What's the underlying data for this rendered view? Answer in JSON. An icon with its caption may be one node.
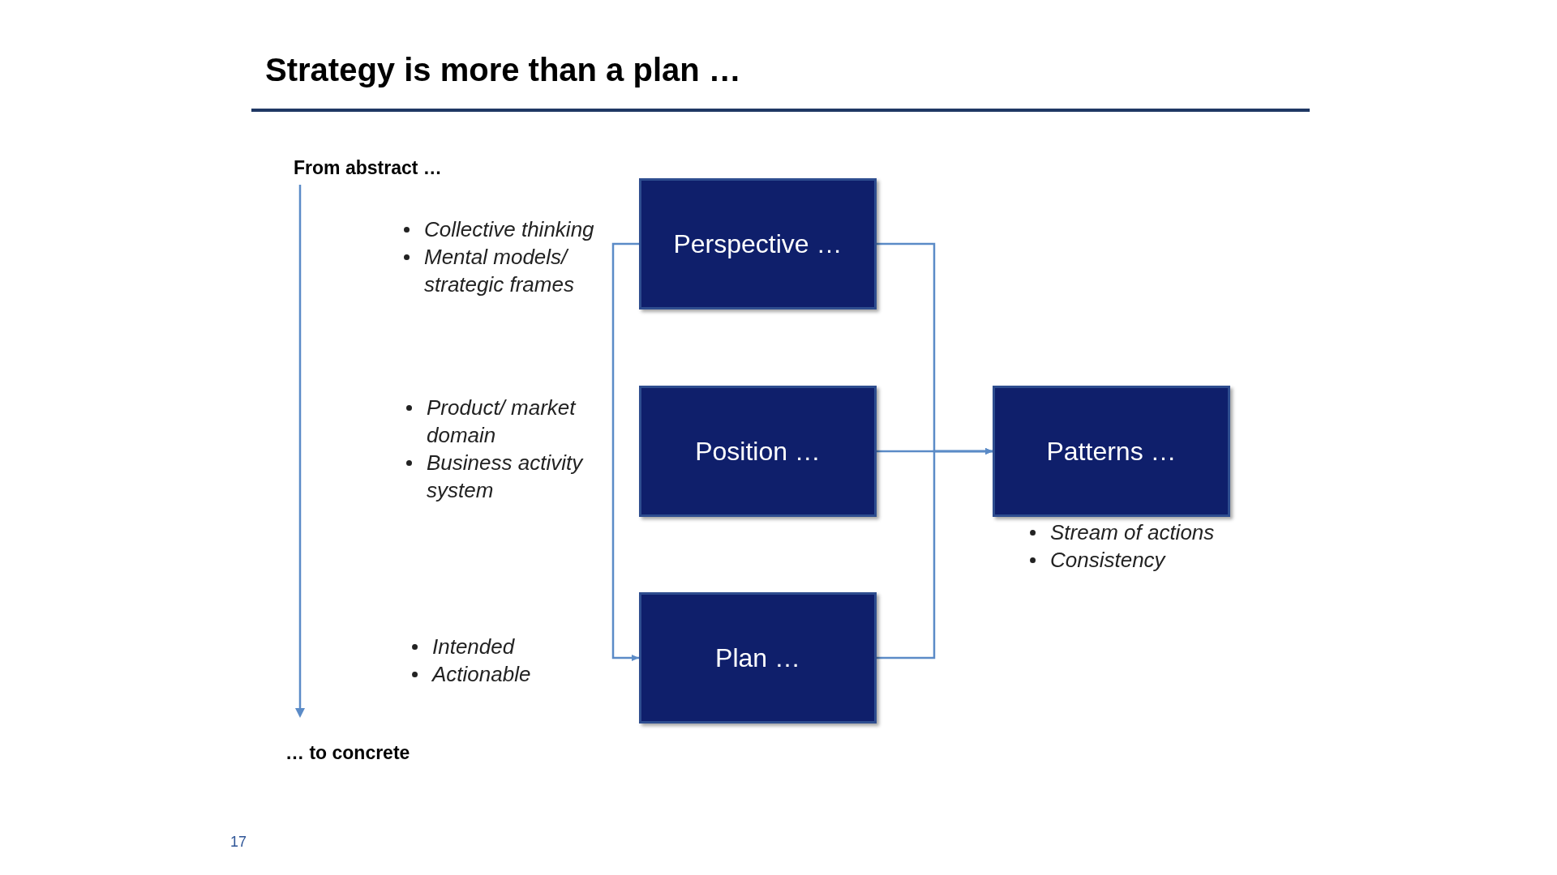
{
  "diagram": {
    "title": "Strategy is more than a plan …",
    "nodes": [
      {
        "text": [
          "Perspective …"
        ],
        "beside": [
          "Collective thinking",
          "Mental models/ strategic frames"
        ]
      },
      {
        "text": [
          "Position …"
        ],
        "beside": [
          "Product/ market domain",
          "Business activity system"
        ]
      },
      {
        "text": [
          "Plan …"
        ],
        "beside": [
          "Intended",
          "Actionable"
        ]
      },
      {
        "text": [
          "Patterns …"
        ],
        "beside": [
          "Stream of actions",
          "Consistency"
        ]
      }
    ],
    "edges": [
      {
        "from": 0,
        "to": 2,
        "arrow": "to"
      },
      {
        "from": 0,
        "to": 3,
        "arrow": "to"
      },
      {
        "from": 1,
        "to": 3,
        "arrow": "to"
      },
      {
        "from": 2,
        "to": 3,
        "arrow": "to"
      }
    ],
    "labels": [
      "From abstract …",
      "… to concrete",
      "17"
    ]
  }
}
